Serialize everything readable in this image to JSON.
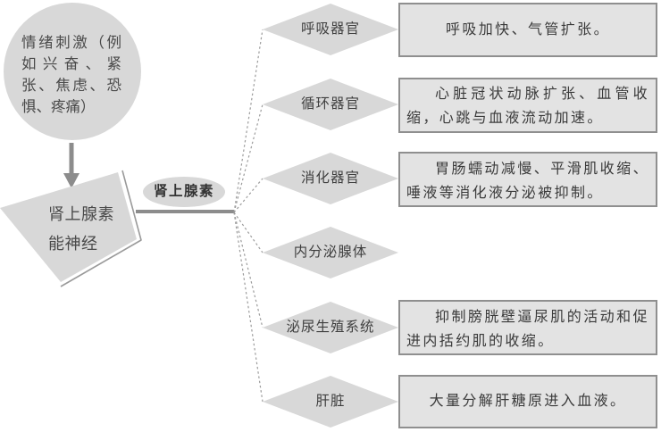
{
  "stimulus": {
    "text": "情绪刺激（例如兴奋、紧张、焦虑、恐惧、疼痛）"
  },
  "nerve": {
    "label": "肾上腺素能神经"
  },
  "hormone": {
    "label": "肾上腺素"
  },
  "targets": [
    {
      "organ": "呼吸器官",
      "effect": "呼吸加快、气管扩张。"
    },
    {
      "organ": "循环器官",
      "effect": "心脏冠状动脉扩张、血管收缩，心跳与血液流动加速。"
    },
    {
      "organ": "消化器官",
      "effect": "胃肠蠕动减慢、平滑肌收缩、唾液等消化液分泌被抑制。"
    },
    {
      "organ": "内分泌腺体",
      "effect": ""
    },
    {
      "organ": "泌尿生殖系统",
      "effect": "抑制膀胱壁逼尿肌的活动和促进内括约肌的收缩。"
    },
    {
      "organ": "肝脏",
      "effect": "大量分解肝糖原进入血液。"
    }
  ],
  "colors": {
    "shape_fill": "#d8d8d8",
    "box_fill": "#e3e3e3",
    "box_border": "#8f8f8f",
    "connector": "#8c8c8c",
    "dashed_line": "#9c9c9c",
    "text": "#3f3f3f"
  }
}
